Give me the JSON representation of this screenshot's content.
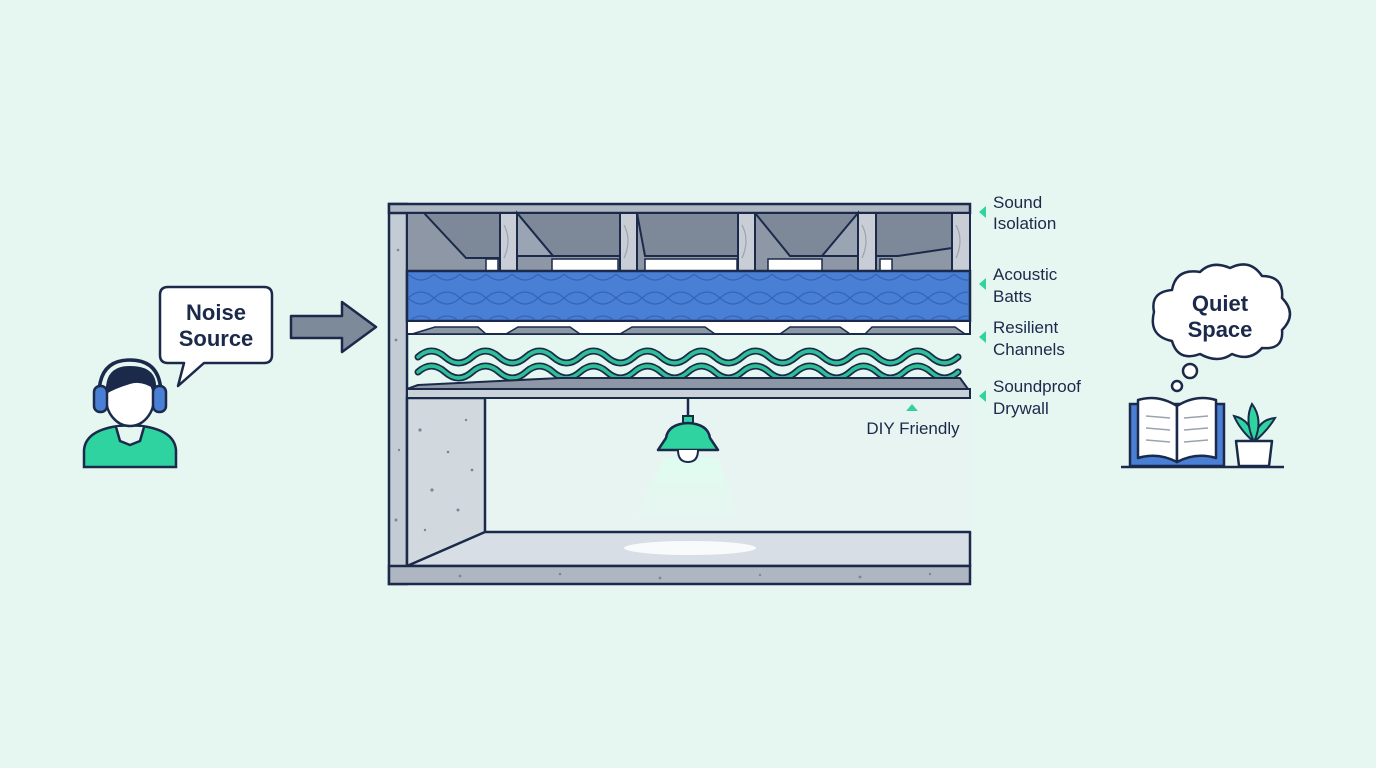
{
  "noise_bubble": {
    "line1": "Noise",
    "line2": "Source"
  },
  "quiet_bubble": {
    "line1": "Quiet",
    "line2": "Space"
  },
  "callouts": [
    {
      "line1": "Sound",
      "line2": "Isolation"
    },
    {
      "line1": "Acoustic",
      "line2": "Batts"
    },
    {
      "line1": "Resilient",
      "line2": "Channels"
    },
    {
      "line1": "Soundproof",
      "line2": "Drywall"
    }
  ],
  "badge": {
    "label": "DIY Friendly"
  },
  "colors": {
    "background": "#e6f6f1",
    "outline": "#1b2a4a",
    "accent_green": "#2ed3a0",
    "insulation_blue": "#4a7fd6",
    "concrete": "#c9d1d9",
    "joist": "#8e99a8"
  },
  "icons": [
    "person-with-headphones-icon",
    "arrow-right-icon",
    "ceiling-lamp-icon",
    "open-book-icon",
    "potted-plant-icon",
    "thought-bubble-icon"
  ]
}
